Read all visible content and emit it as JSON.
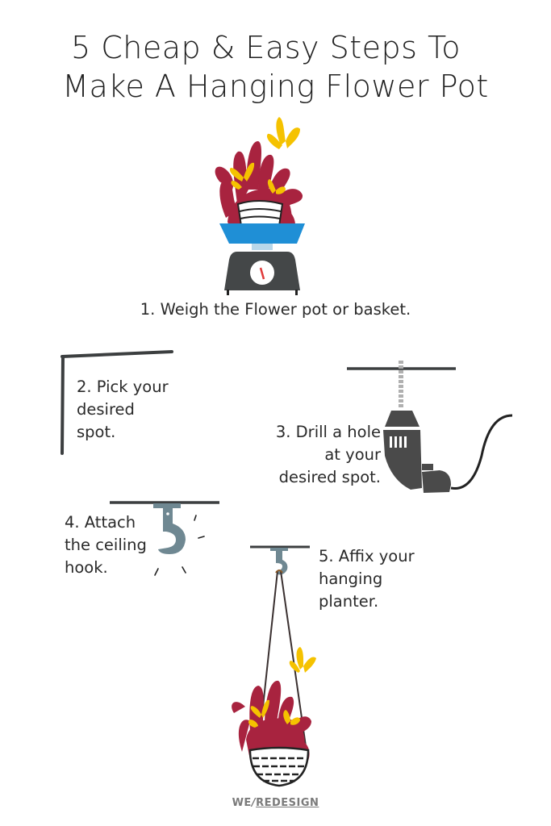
{
  "title": {
    "line1": "5 Cheap & Easy Steps To",
    "line2": "Make A Hanging Flower Pot"
  },
  "steps": [
    {
      "number": 1,
      "text": "1. Weigh the Flower pot or basket.",
      "illustration": "flower-pot-on-scale"
    },
    {
      "number": 2,
      "text": "2. Pick your\ndesired\nspot.",
      "illustration": "ceiling-corner"
    },
    {
      "number": 3,
      "text": "3. Drill a hole\nat your\ndesired spot.",
      "illustration": "power-drill"
    },
    {
      "number": 4,
      "text": "4. Attach\nthe ceiling\nhook.",
      "illustration": "ceiling-hook"
    },
    {
      "number": 5,
      "text": "5. Affix your\nhanging\nplanter.",
      "illustration": "hanging-planter"
    }
  ],
  "logo": {
    "part1": "WE",
    "part2": "REDESIGN"
  },
  "colors": {
    "plant_red": "#a8233f",
    "plant_pink": "#c4435a",
    "flower_yellow": "#f5c200",
    "scale_blue": "#1f8fd6",
    "scale_dark": "#444748",
    "hook_gray": "#6f8892",
    "drill_gray": "#4a4a4a",
    "line_dark": "#3c3f40",
    "text": "#2a2a2a",
    "logo_gray": "#7a7a7a"
  }
}
